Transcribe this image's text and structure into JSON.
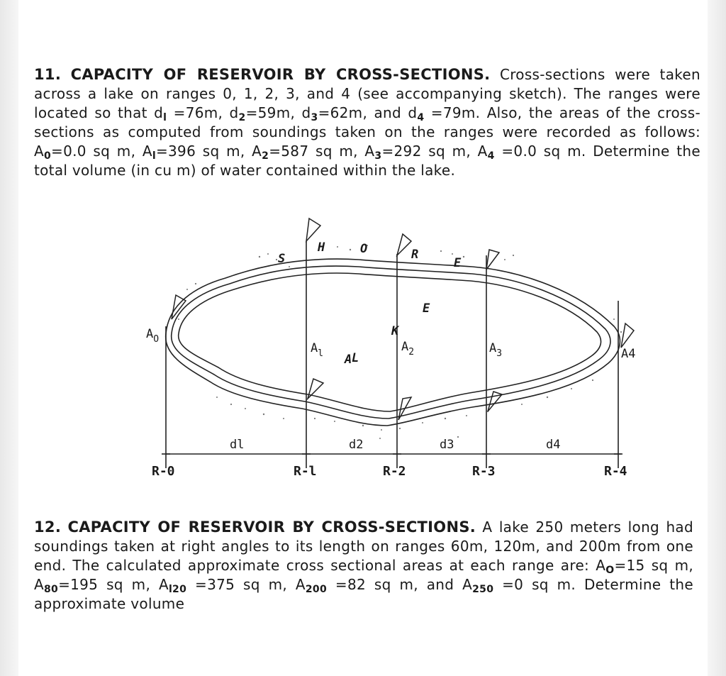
{
  "problem11": {
    "number": "11.",
    "heading": "CAPACITY OF RESERVOIR BY CROSS-SECTIONS.",
    "t1": " Cross-sections were taken across a lake on ranges 0, 1, 2, 3, and 4 (see accompanying sketch). The ranges were located so that d",
    "s1": "l",
    "t2": " =76m, d",
    "s2": "2",
    "t3": "=59m, d",
    "s3": "3",
    "t4": "=62m, and d",
    "s4": "4",
    "t5": " =79m. Also, the areas of the cross-sections as computed from soundings taken on the ranges were recorded as follows: A",
    "s5": "0",
    "t6": "=0.0 sq m, A",
    "s6": "l",
    "t7": "=396 sq m, A",
    "s7": "2",
    "t8": "=587 sq m, A",
    "s8": "3",
    "t9": "=292 sq m, A",
    "s9": "4",
    "t10": " =0.0 sq m. Determine the total volume (in cu m) of water contained within the lake."
  },
  "sketch": {
    "shore_letters": [
      "S",
      "H",
      "O",
      "R",
      "E"
    ],
    "lake_letters": [
      "L",
      "A",
      "K",
      "E"
    ],
    "area_main": [
      "A",
      "A",
      "A",
      "A",
      "A4"
    ],
    "area_subs": [
      "O",
      "l",
      "2",
      "3"
    ],
    "distances": [
      "dl",
      "d2",
      "d3",
      "d4"
    ],
    "ranges": [
      "R-0",
      "R-l",
      "R-2",
      "R-3",
      "R-4"
    ]
  },
  "problem12": {
    "number": "12.",
    "heading": "CAPACITY OF RESERVOIR BY CROSS-SECTIONS.",
    "t1": " A lake 250 meters long had soundings taken at right angles to its length on ranges 60m, 120m, and 200m from one end. The calculated approximate cross sectional areas at each range are: A",
    "s1": "O",
    "t2": "=15 sq m, A",
    "s2": "80",
    "t3": "=195 sq m, A",
    "s3": "l20",
    "t4": " =375 sq m, A",
    "s4": "200",
    "t5": " =82 sq m, and A",
    "s5": "250",
    "t6": " =0 sq m. Determine the approximate volume"
  }
}
